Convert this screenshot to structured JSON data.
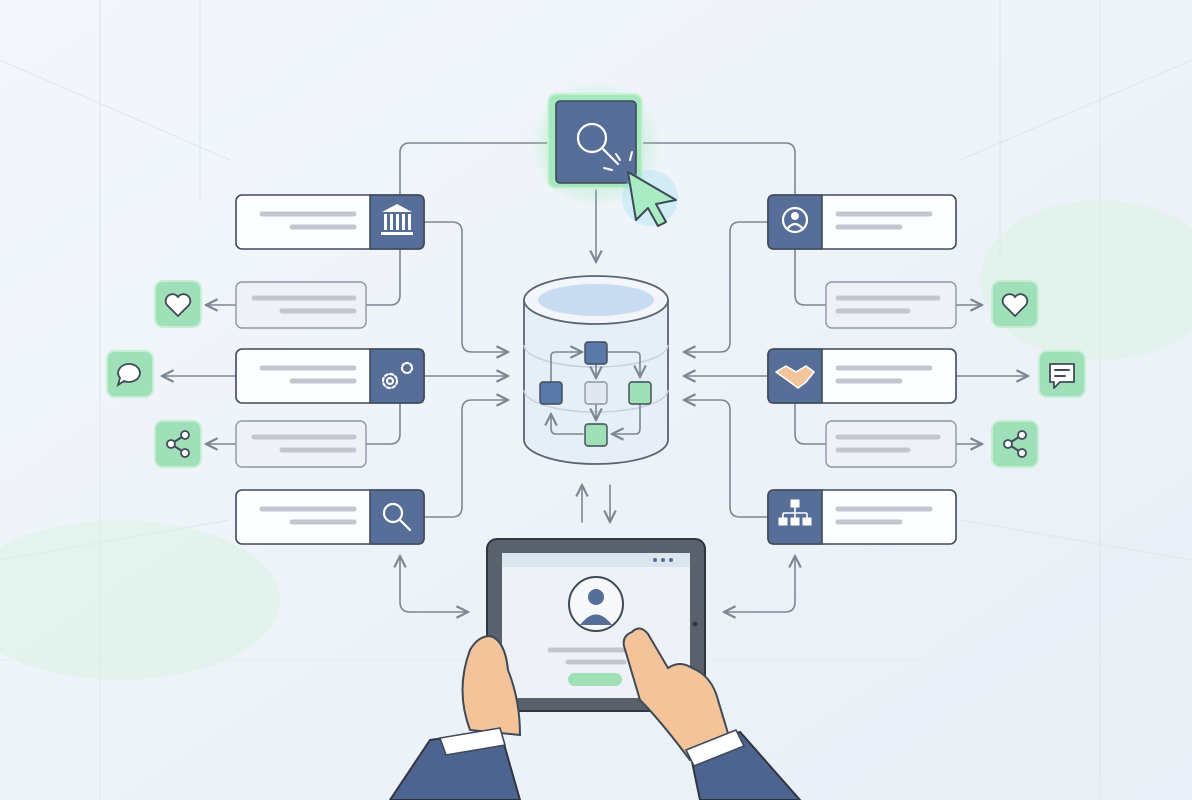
{
  "diagram": {
    "colors": {
      "background": "#eef3f8",
      "icon_tile": "#566e98",
      "accent_green": "#9fe0b8",
      "glow": "#7ee6a0",
      "outline": "#3f4a58",
      "connector": "#7d8794",
      "cylinder_top": "#c9dcf2",
      "sleeve": "#4e6490",
      "skin": "#f3c49a"
    },
    "top_node": {
      "icon": "search-icon",
      "state": "highlighted",
      "cursor": "pointer-cursor-icon"
    },
    "hub": {
      "icon": "database-cylinder",
      "inner_nodes": [
        "blue",
        "blue",
        "gray",
        "green",
        "green"
      ]
    },
    "left_cards": [
      {
        "icon": "bank-icon",
        "style": "primary"
      },
      {
        "icon": "none",
        "style": "secondary",
        "output_icon": "heart-icon"
      },
      {
        "icon": "gears-icon",
        "style": "primary",
        "output_icon": "chat-bubble-icon"
      },
      {
        "icon": "none",
        "style": "secondary",
        "output_icon": "share-icon"
      },
      {
        "icon": "search-icon",
        "style": "primary"
      }
    ],
    "right_cards": [
      {
        "icon": "user-profile-icon",
        "style": "primary"
      },
      {
        "icon": "none",
        "style": "secondary",
        "output_icon": "heart-icon"
      },
      {
        "icon": "handshake-icon",
        "style": "primary",
        "output_icon": "message-icon"
      },
      {
        "icon": "none",
        "style": "secondary",
        "output_icon": "share-icon"
      },
      {
        "icon": "org-chart-icon",
        "style": "primary"
      }
    ],
    "device": {
      "icon": "tablet",
      "screen": "user-avatar-icon",
      "button_color": "#9fe0b8"
    }
  }
}
